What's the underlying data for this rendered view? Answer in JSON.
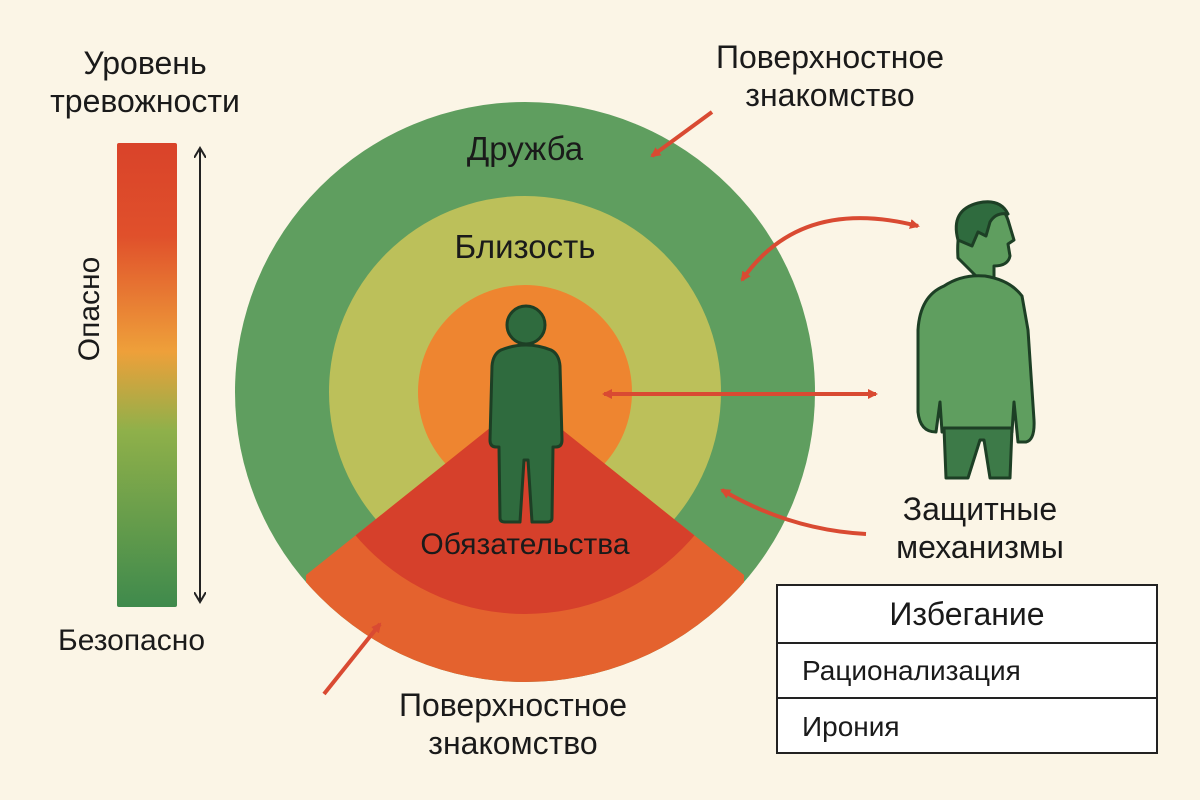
{
  "scale": {
    "title_line1": "Уровень",
    "title_line2": "тревожности",
    "top_label": "Опасно",
    "bottom_label": "Безопасно",
    "gradient_colors": [
      "#d9432a",
      "#e4692d",
      "#eea03a",
      "#8fb04a",
      "#3f8a4c"
    ]
  },
  "circles": {
    "outer_label": "Дружба",
    "middle_label": "Близость",
    "inner_label": "Обязательства",
    "colors": {
      "outer": "#5f9e5f",
      "middle": "#bcc05a",
      "inner": "#ee8530",
      "wedge_outer": "#e4622e",
      "wedge_inner": "#d6402b"
    }
  },
  "annotations": {
    "top_line1": "Поверхностное",
    "top_line2": "знакомство",
    "bottom_line1": "Поверхностное",
    "bottom_line2": "знакомство",
    "defense_line1": "Защитные",
    "defense_line2": "механизмы"
  },
  "mechanisms": {
    "header": "Избегание",
    "items": [
      "Рационализация",
      "Ирония"
    ]
  },
  "figures": {
    "center_person_icon": "person-standing-icon",
    "side_person_icon": "person-profile-icon",
    "center_color": "#2f6b3e",
    "side_color": "#5f9e5f"
  },
  "arrow_color": "#d94a32"
}
